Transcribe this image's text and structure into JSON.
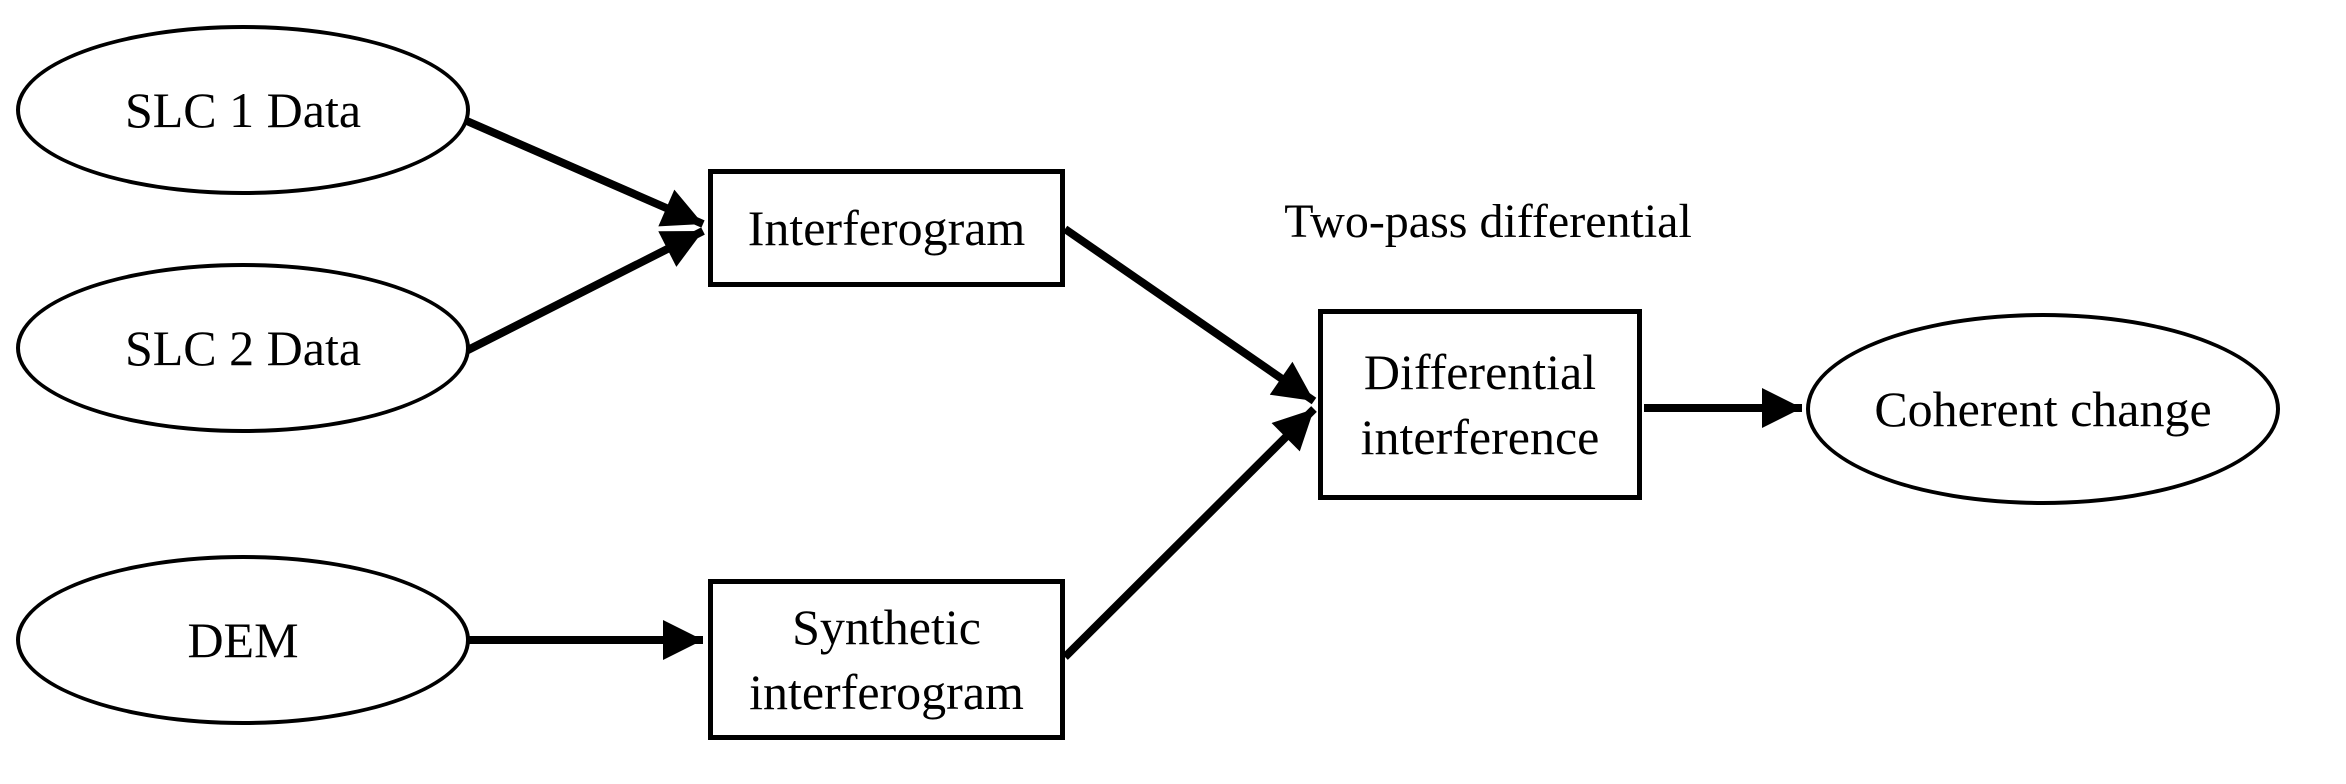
{
  "diagram": {
    "title": "Two-pass differential interferometry flowchart",
    "background_color": "#ffffff",
    "stroke_color": "#000000",
    "annotation": {
      "text": "Two-pass differential"
    },
    "nodes": {
      "slc1": {
        "label": "SLC 1 Data",
        "shape": "ellipse"
      },
      "slc2": {
        "label": "SLC 2 Data",
        "shape": "ellipse"
      },
      "dem": {
        "label": "DEM",
        "shape": "ellipse"
      },
      "interferogram": {
        "label": "Interferogram",
        "shape": "rectangle"
      },
      "synthetic": {
        "label": "Synthetic interferogram",
        "shape": "rectangle"
      },
      "differential": {
        "label": "Differential interference",
        "shape": "rectangle"
      },
      "coherent": {
        "label": "Coherent change",
        "shape": "ellipse"
      }
    },
    "edges": [
      {
        "from": "SLC 1 Data",
        "to": "Interferogram"
      },
      {
        "from": "SLC 2 Data",
        "to": "Interferogram"
      },
      {
        "from": "DEM",
        "to": "Synthetic interferogram"
      },
      {
        "from": "Interferogram",
        "to": "Differential interference"
      },
      {
        "from": "Synthetic interferogram",
        "to": "Differential interference"
      },
      {
        "from": "Differential interference",
        "to": "Coherent change"
      }
    ]
  }
}
